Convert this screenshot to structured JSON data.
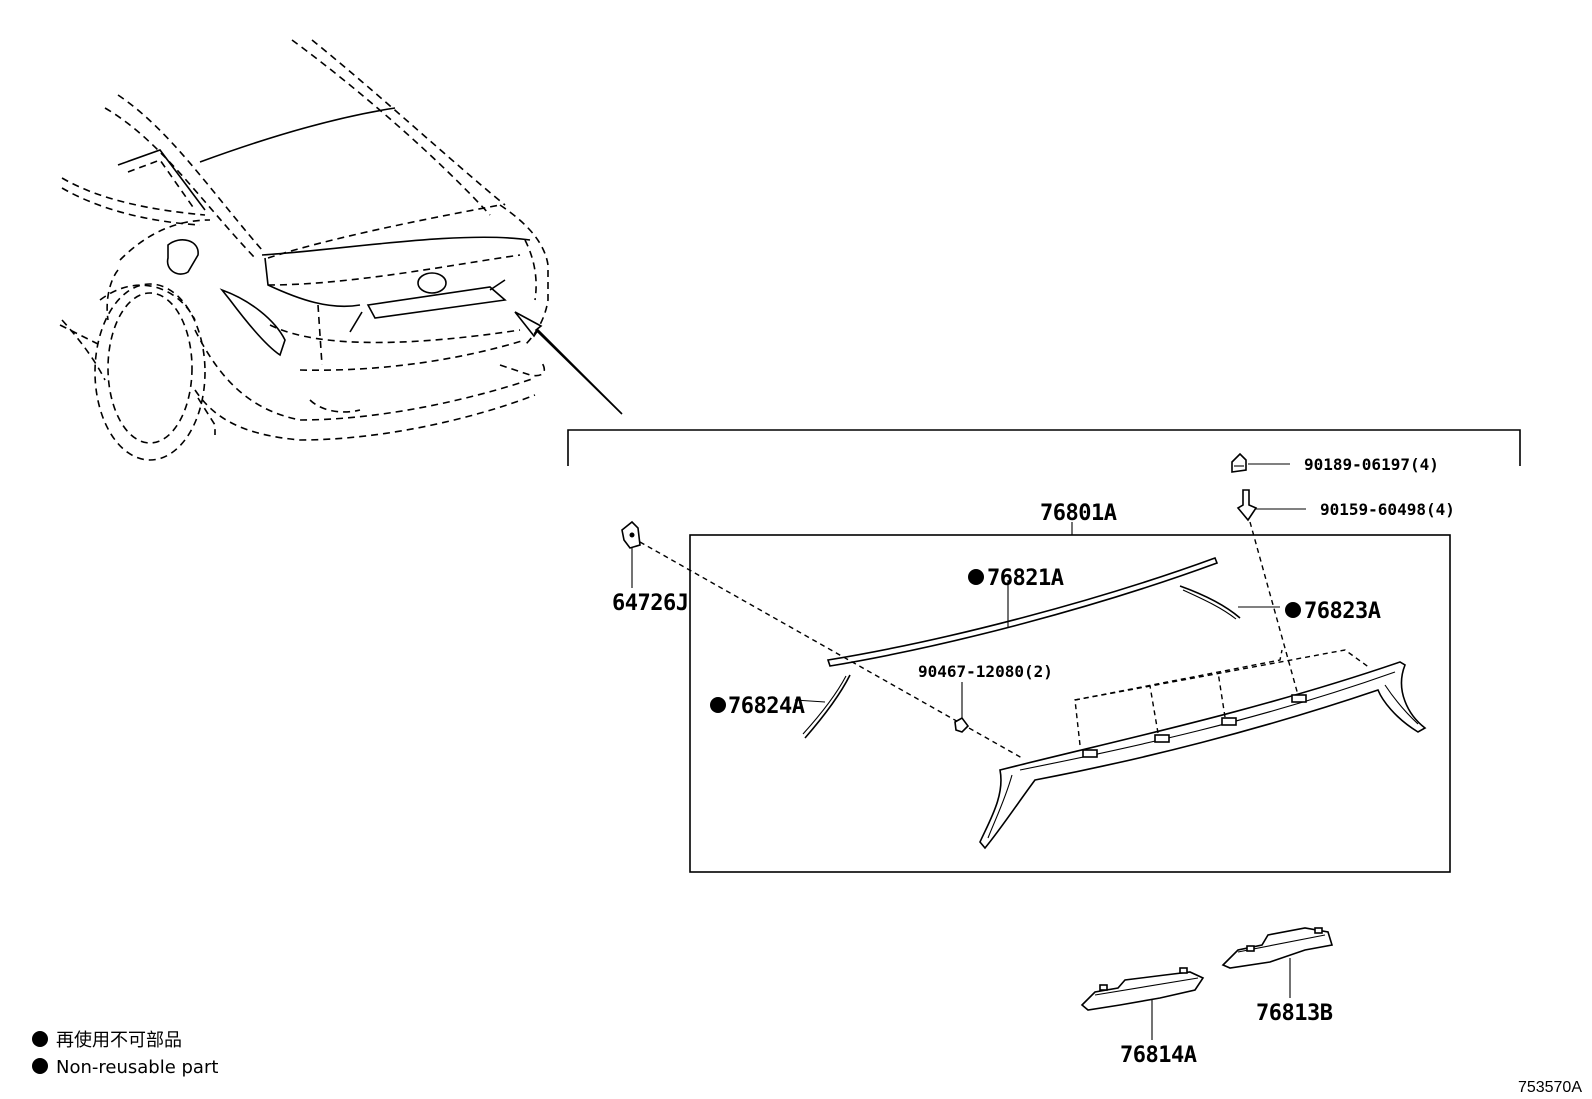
{
  "parts": {
    "p76801A": "76801A",
    "p76821A": "76821A",
    "p76823A": "76823A",
    "p76824A": "76824A",
    "p64726J": "64726J",
    "p90467": "90467-12080(2)",
    "p90189": "90189-06197(4)",
    "p90159": "90159-60498(4)",
    "p76813B": "76813B",
    "p76814A": "76814A"
  },
  "legend": {
    "non_reusable_ja": "再使用不可部品",
    "non_reusable_en": "Non-reusable part"
  },
  "figure_id": "753570A",
  "icons": {
    "bullet": "filled-circle-icon",
    "arrow": "callout-arrow-icon"
  },
  "colors": {
    "line": "#000000",
    "background": "#ffffff"
  }
}
